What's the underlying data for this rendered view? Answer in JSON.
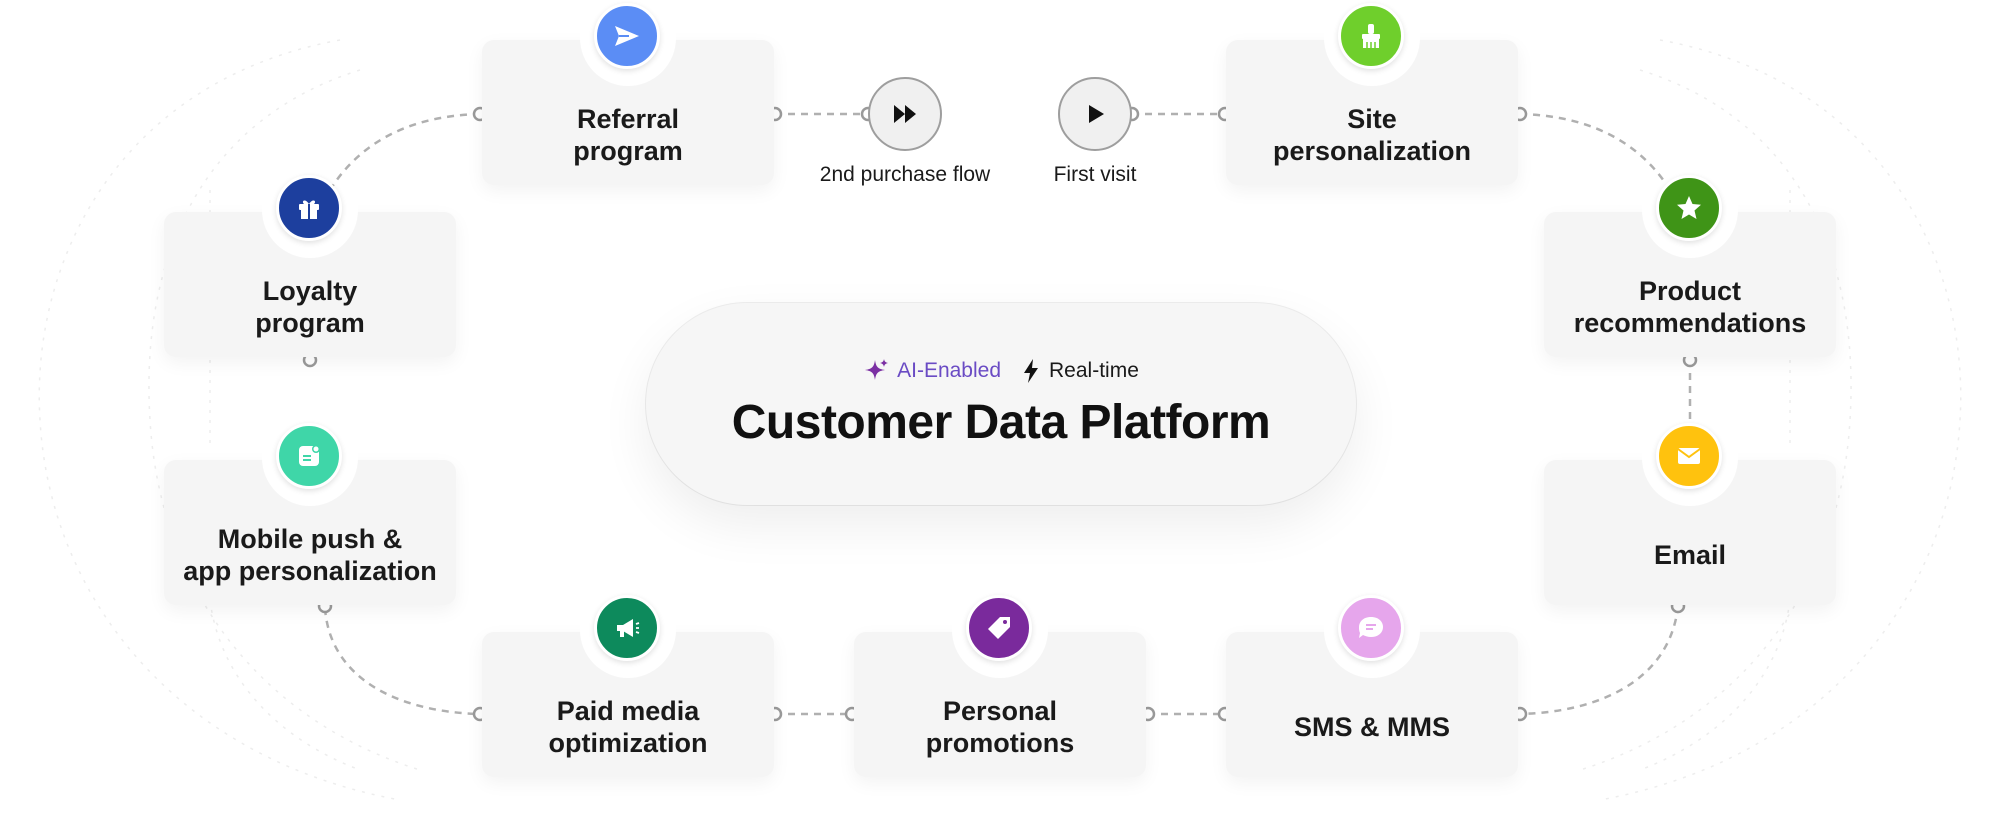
{
  "center": {
    "title": "Customer Data Platform",
    "badge_ai": "AI-Enabled",
    "badge_realtime": "Real-time"
  },
  "nodes": [
    {
      "id": "referral",
      "label": "Referral\nprogram",
      "icon": "send-icon",
      "color": "#5b8df5"
    },
    {
      "id": "site",
      "label": "Site\npersonalization",
      "icon": "brush-icon",
      "color": "#6fcf2c"
    },
    {
      "id": "loyalty",
      "label": "Loyalty\nprogram",
      "icon": "gift-icon",
      "color": "#1d3f9e"
    },
    {
      "id": "product",
      "label": "Product\nrecommendations",
      "icon": "star-icon",
      "color": "#3f9417"
    },
    {
      "id": "mobile",
      "label": "Mobile push &\napp personalization",
      "icon": "mobile-app-icon",
      "color": "#3fd6a8"
    },
    {
      "id": "email",
      "label": "Email",
      "icon": "envelope-icon",
      "color": "#ffc20e"
    },
    {
      "id": "paid",
      "label": "Paid media\noptimization",
      "icon": "megaphone-icon",
      "color": "#0d8a5c"
    },
    {
      "id": "promotions",
      "label": "Personal\npromotions",
      "icon": "tag-icon",
      "color": "#7a2a9c"
    },
    {
      "id": "sms",
      "label": "SMS & MMS",
      "icon": "chat-bubble-icon",
      "color": "#e6a6ec"
    }
  ],
  "flows": [
    {
      "id": "second_purchase",
      "label": "2nd purchase flow",
      "icon": "fast-forward-icon"
    },
    {
      "id": "first_visit",
      "label": "First visit",
      "icon": "play-icon"
    }
  ]
}
